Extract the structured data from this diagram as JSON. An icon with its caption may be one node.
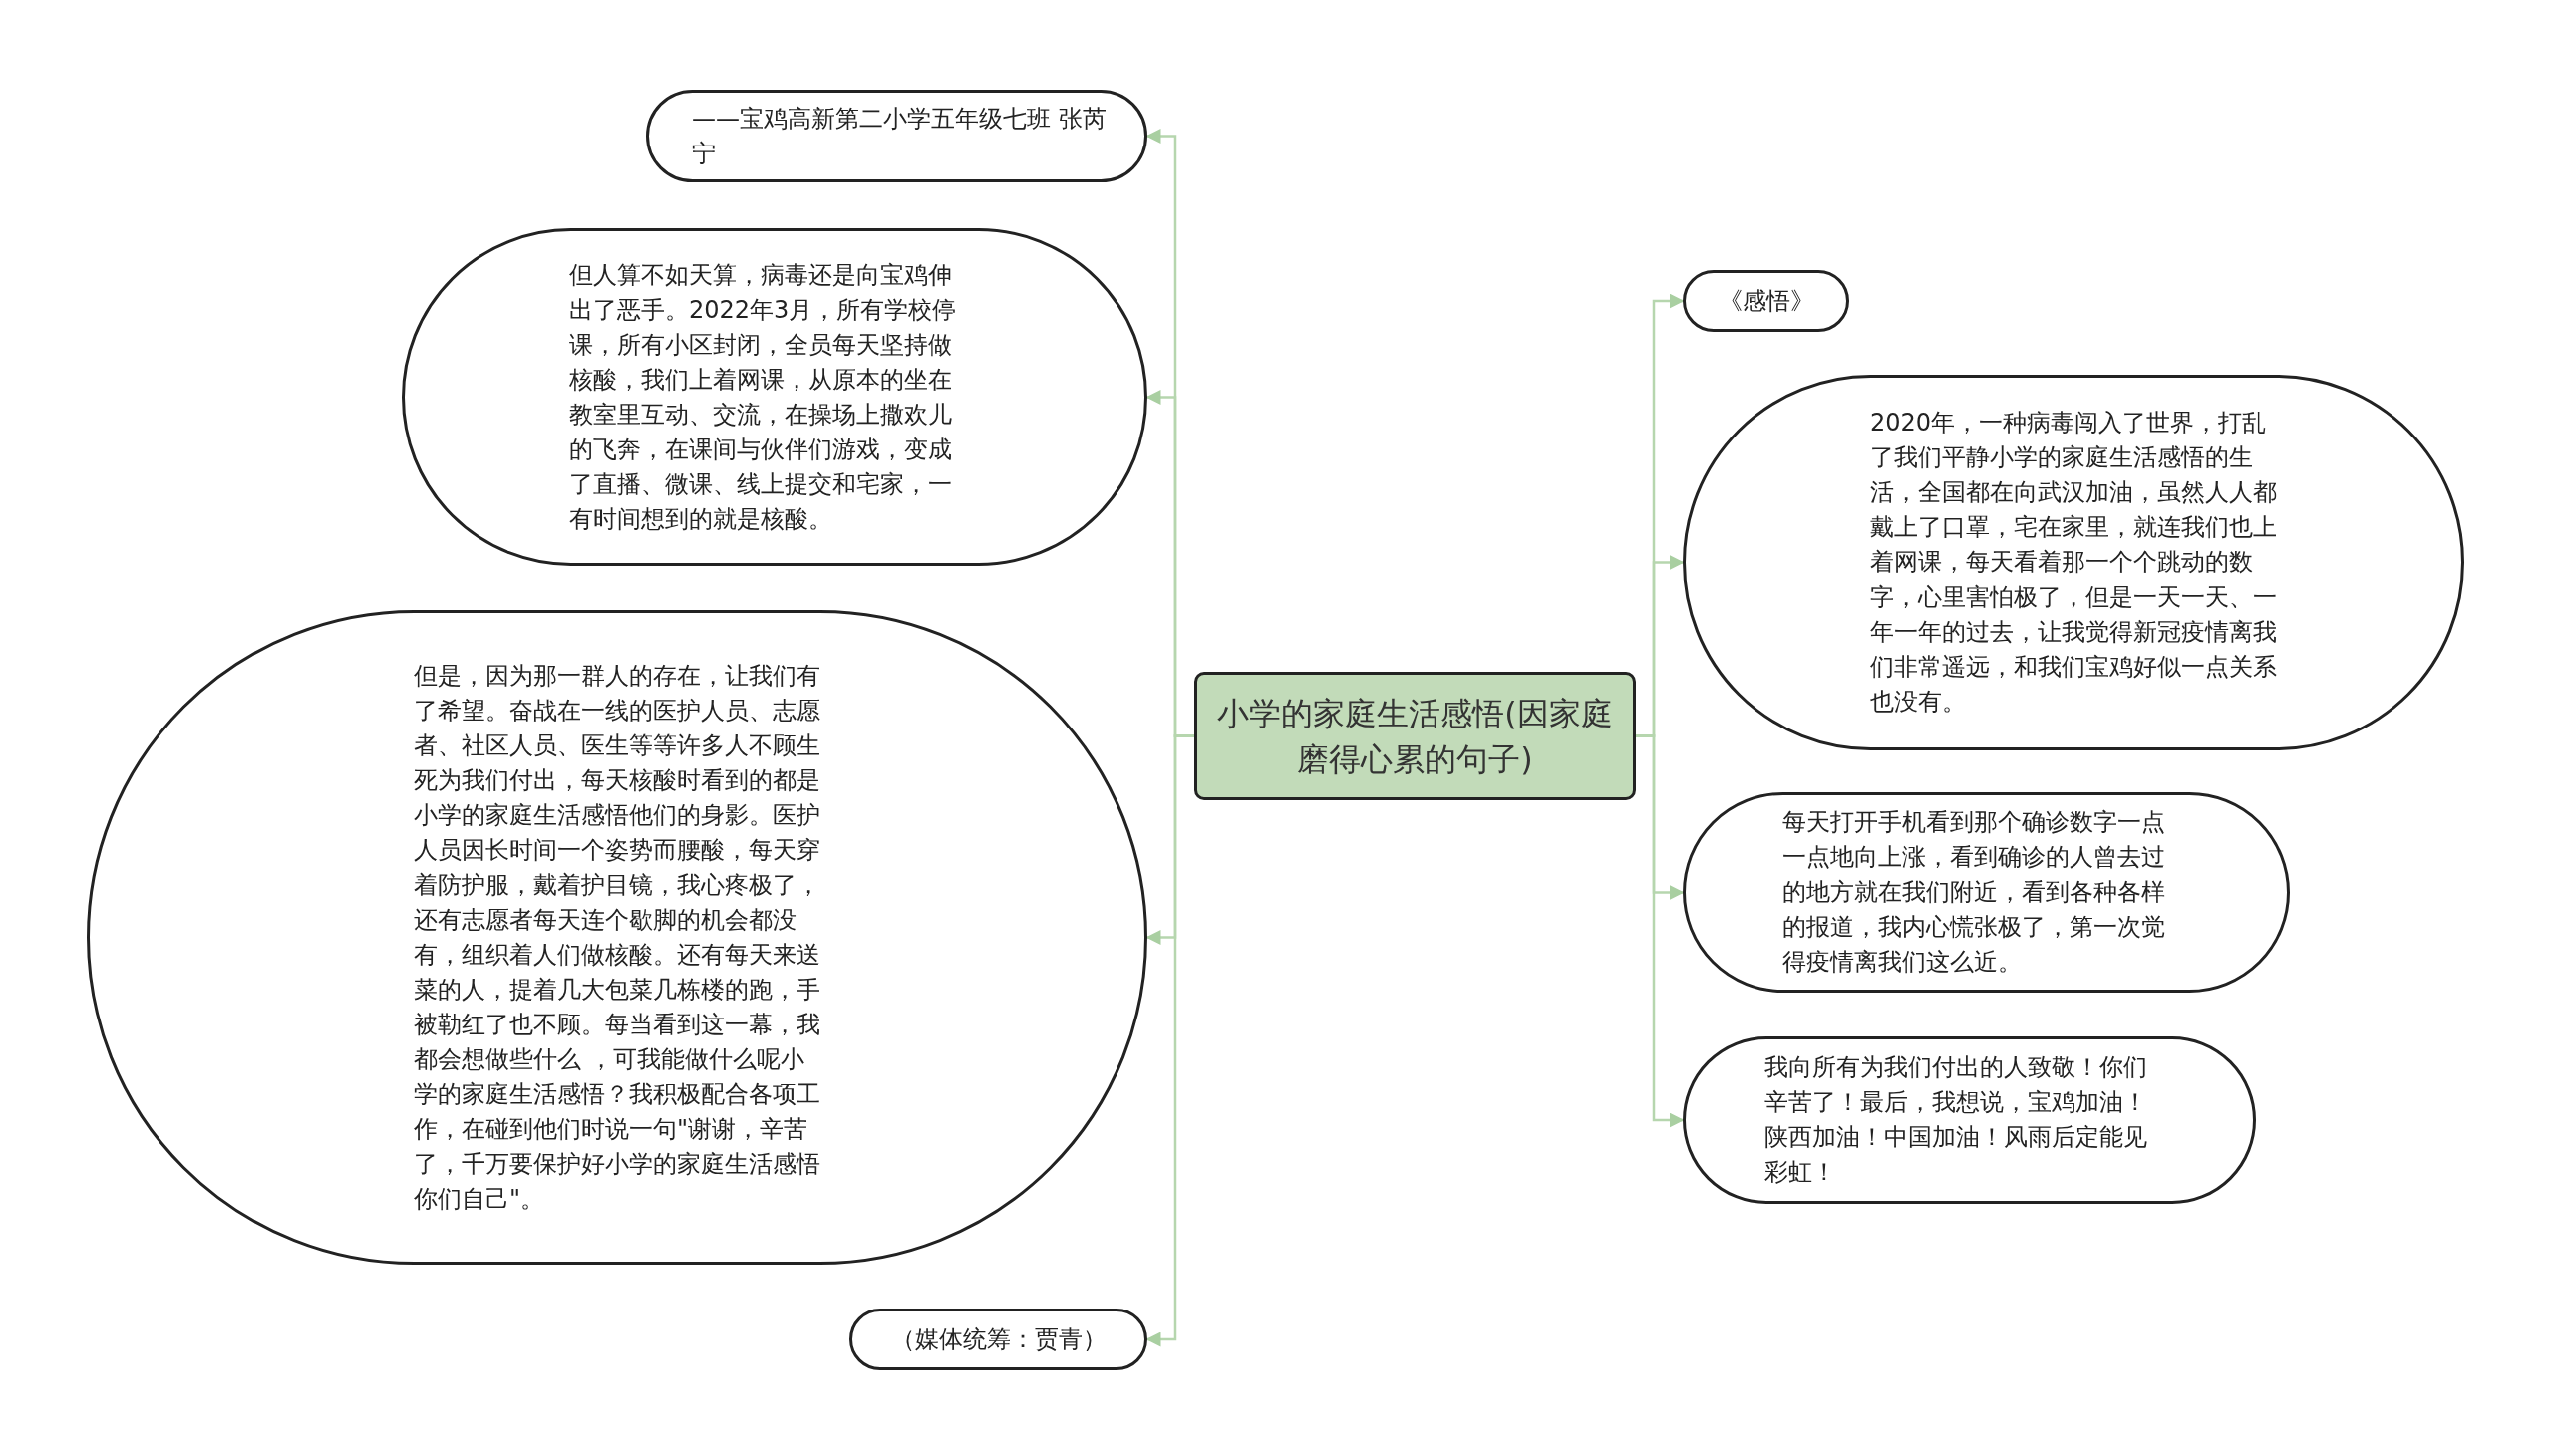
{
  "diagram": {
    "nodes": [
      {
        "text": [
          "小学的家庭生活感悟(因家庭磨得心累的句子)"
        ]
      },
      {
        "text": [
          "——宝鸡高新第二小学五年级七班 张芮宁"
        ]
      },
      {
        "text": [
          "但人算不如天算，病毒还是向宝鸡伸出了恶手。2022年3月，所有学校停课，所有小区封闭，全员每天坚持做核酸，我们上着网课，从原本的坐在教室里互动、交流，在操场上撒欢儿的飞奔，在课间与伙伴们游戏，变成了直播、微课、线上提交和宅家，一有时间想到的就是核酸。"
        ]
      },
      {
        "text": [
          "但是，因为那一群人的存在，让我们有了希望。奋战在一线的医护人员、志愿者、社区人员、医生等等许多人不顾生死为我们付出，每天核酸时看到的都是小学的家庭生活感悟他们的身影。医护人员因长时间一个姿势而腰酸，每天穿着防护服，戴着护目镜，我心疼极了，还有志愿者每天连个歇脚的机会都没有，组织着人们做核酸。还有每天来送菜的人，提着几大包菜几栋楼的跑，手被勒红了也不顾。每当看到这一幕，我都会想做些什么 ，可我能做什么呢小学的家庭生活感悟？我积极配合各项工作，在碰到他们时说一句\"谢谢，辛苦了，千万要保护好小学的家庭生活感悟你们自己\"。"
        ]
      },
      {
        "text": [
          "（媒体统筹：贾青）"
        ]
      },
      {
        "text": [
          "《感悟》"
        ]
      },
      {
        "text": [
          "2020年，一种病毒闯入了世界，打乱了我们平静小学的家庭生活感悟的生活，全国都在向武汉加油，虽然人人都戴上了口罩，宅在家里，就连我们也上着网课，每天看着那一个个跳动的数字，心里害怕极了，但是一天一天、一年一年的过去，让我觉得新冠疫情离我们非常遥远，和我们宝鸡好似一点关系也没有。"
        ]
      },
      {
        "text": [
          "每天打开手机看到那个确诊数字一点一点地向上涨，看到确诊的人曾去过的地方就在我们附近，看到各种各样的报道，我内心慌张极了，第一次觉得疫情离我们这么近。"
        ]
      },
      {
        "text": [
          "我向所有为我们付出的人致敬！你们辛苦了！最后，我想说，宝鸡加油！陕西加油！中国加油！风雨后定能见彩虹！"
        ]
      }
    ],
    "edges": [
      {
        "from": 0,
        "to": 1,
        "arrow": "to"
      },
      {
        "from": 0,
        "to": 2,
        "arrow": "to"
      },
      {
        "from": 0,
        "to": 3,
        "arrow": "to"
      },
      {
        "from": 0,
        "to": 4,
        "arrow": "to"
      },
      {
        "from": 0,
        "to": 5,
        "arrow": "to"
      },
      {
        "from": 0,
        "to": 6,
        "arrow": "to"
      },
      {
        "from": 0,
        "to": 7,
        "arrow": "to"
      },
      {
        "from": 0,
        "to": 8,
        "arrow": "to"
      }
    ]
  }
}
